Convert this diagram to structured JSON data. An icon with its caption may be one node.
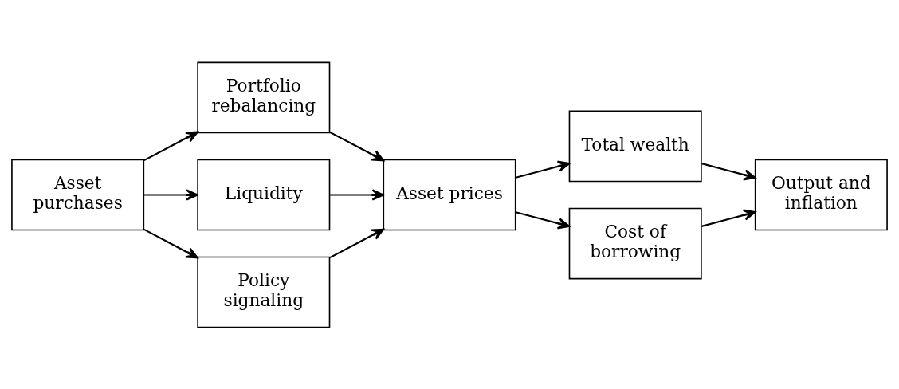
{
  "diagram": {
    "nodes": [
      {
        "text": [
          "Asset purchases"
        ]
      },
      {
        "text": [
          "Portfolio rebalancing"
        ]
      },
      {
        "text": [
          "Liquidity"
        ]
      },
      {
        "text": [
          "Policy signaling"
        ]
      },
      {
        "text": [
          "Asset prices"
        ]
      },
      {
        "text": [
          "Total wealth"
        ]
      },
      {
        "text": [
          "Cost of borrowing"
        ]
      },
      {
        "text": [
          "Output and inflation"
        ]
      }
    ],
    "edges": [
      {
        "from": 0,
        "to": 1,
        "arrow": "to"
      },
      {
        "from": 0,
        "to": 2,
        "arrow": "to"
      },
      {
        "from": 0,
        "to": 3,
        "arrow": "to"
      },
      {
        "from": 1,
        "to": 4,
        "arrow": "to"
      },
      {
        "from": 2,
        "to": 4,
        "arrow": "to"
      },
      {
        "from": 3,
        "to": 4,
        "arrow": "to"
      },
      {
        "from": 4,
        "to": 5,
        "arrow": "to"
      },
      {
        "from": 4,
        "to": 6,
        "arrow": "to"
      },
      {
        "from": 5,
        "to": 7,
        "arrow": "to"
      },
      {
        "from": 6,
        "to": 7,
        "arrow": "to"
      }
    ]
  }
}
